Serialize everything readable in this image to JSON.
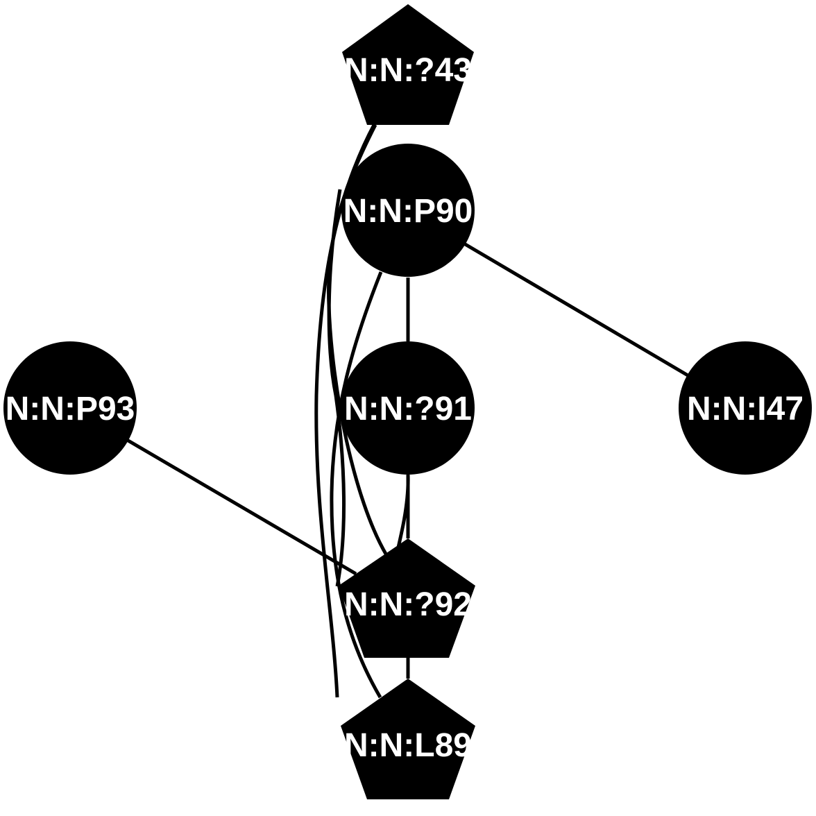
{
  "nodes": [
    {
      "id": "A43",
      "label": "N:N:?43",
      "shape": "pentagon"
    },
    {
      "id": "P90",
      "label": "N:N:P90",
      "shape": "circle"
    },
    {
      "id": "Q91",
      "label": "N:N:?91",
      "shape": "circle"
    },
    {
      "id": "Q92",
      "label": "N:N:?92",
      "shape": "pentagon"
    },
    {
      "id": "L89",
      "label": "N:N:L89",
      "shape": "pentagon"
    },
    {
      "id": "P93",
      "label": "N:N:P93",
      "shape": "circle"
    },
    {
      "id": "I47",
      "label": "N:N:I47",
      "shape": "circle"
    }
  ],
  "edges": [
    {
      "from": "A43",
      "to": "Q92"
    },
    {
      "from": "A43",
      "to": "L89"
    },
    {
      "from": "P90",
      "to": "Q91"
    },
    {
      "from": "P90",
      "to": "Q92"
    },
    {
      "from": "P90",
      "to": "L89"
    },
    {
      "from": "P90",
      "to": "I47"
    },
    {
      "from": "Q91",
      "to": "Q92"
    },
    {
      "from": "Q91",
      "to": "L89"
    },
    {
      "from": "Q92",
      "to": "L89"
    },
    {
      "from": "P93",
      "to": "Q92"
    }
  ],
  "colors": {
    "node_fill": "#000000",
    "label_text": "#ffffff",
    "edge": "#000000"
  }
}
